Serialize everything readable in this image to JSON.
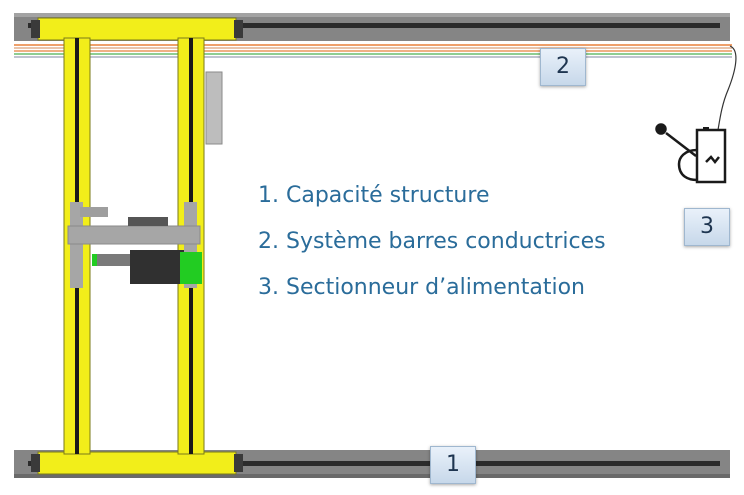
{
  "diagram": {
    "legend": [
      "1. Capacité structure",
      "2. Système barres conductrices",
      "3. Sectionneur d’alimentation"
    ],
    "markers": {
      "rail_label": "1",
      "conductor_bar_label": "2",
      "isolator_label": "3"
    },
    "colors": {
      "structure": "#f2ee1a",
      "rail": "#808080",
      "legend_text": "#2a6c9a",
      "hoist_green": "#22cc22",
      "conductor_orange": "#e8803a",
      "conductor_green": "#4caf50"
    }
  }
}
